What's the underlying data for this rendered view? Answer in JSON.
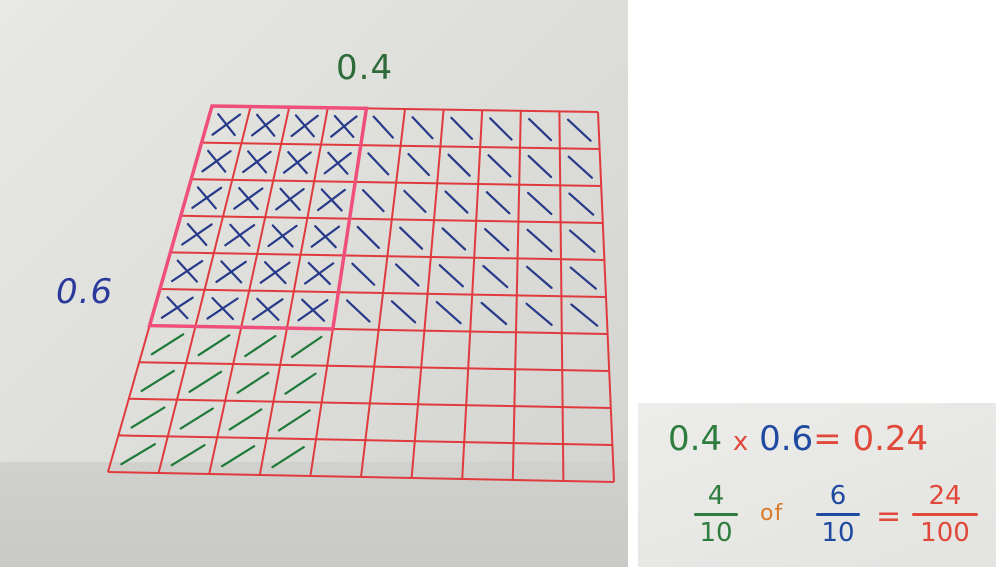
{
  "grid_photo": {
    "top_label": "0.4",
    "left_label": "0.6",
    "rows": 10,
    "columns": 10,
    "cross_marked_columns": 4,
    "cross_marked_rows": 6,
    "marks": {
      "overlap": "X",
      "top_rows": "\\",
      "left_columns": "/"
    },
    "colors": {
      "grid_lines": "#e03a3e",
      "highlight_box": "#ef4f7a",
      "marks": "#273a8a",
      "green_marks": "#1f7a3a",
      "label_top": "#2f6b3a",
      "label_left": "#2a3a9a"
    }
  },
  "equation_inset": {
    "decimal": {
      "left": "0.4",
      "times": "x",
      "right": "0.6",
      "equals": "=",
      "result": "0.24"
    },
    "fraction": {
      "left_num": "4",
      "left_den": "10",
      "of": "of",
      "right_num": "6",
      "right_den": "10",
      "equals": "=",
      "result_num": "24",
      "result_den": "100"
    },
    "colors": {
      "green": "#2e7d3e",
      "red": "#e0483a",
      "blue": "#1f4aa0",
      "of_text": "#d97a2a"
    }
  }
}
